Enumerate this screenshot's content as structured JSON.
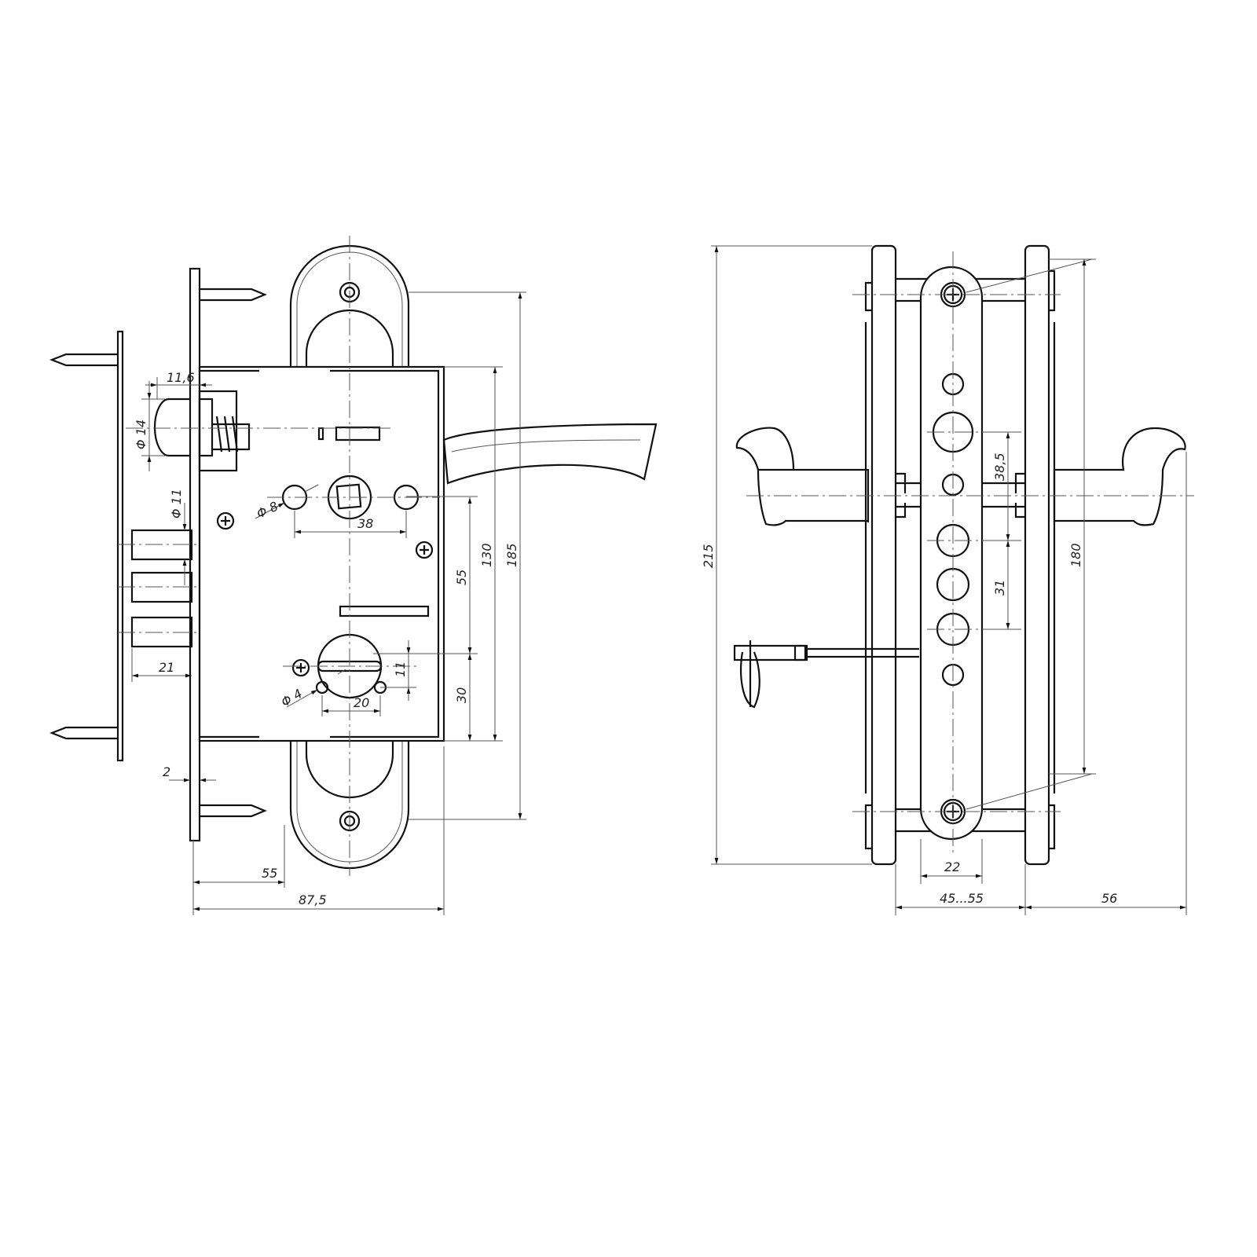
{
  "left_view": {
    "dimensions": {
      "latch_offset": "11,6",
      "latch_dia": "Φ 14",
      "bolt_dia": "Φ 11",
      "cyl_hole_dia": "Φ 8",
      "hole_spacing": "38",
      "bolt_length": "21",
      "faceplate_thickness": "2",
      "backset": "55",
      "body_depth": "87,5",
      "escutcheon_height": "185",
      "body_height": "130",
      "center_distance": "55",
      "lower_offset": "30",
      "small_hole_offset": "11",
      "small_hole_spacing": "20",
      "small_hole_dia": "Φ 4"
    }
  },
  "right_view": {
    "dimensions": {
      "overall_height": "215",
      "screw_spacing": "180",
      "cyl_to_handle": "38,5",
      "cyl_pitch": "31",
      "strip_width": "22",
      "door_thickness": "45...55",
      "handle_projection": "56"
    }
  }
}
